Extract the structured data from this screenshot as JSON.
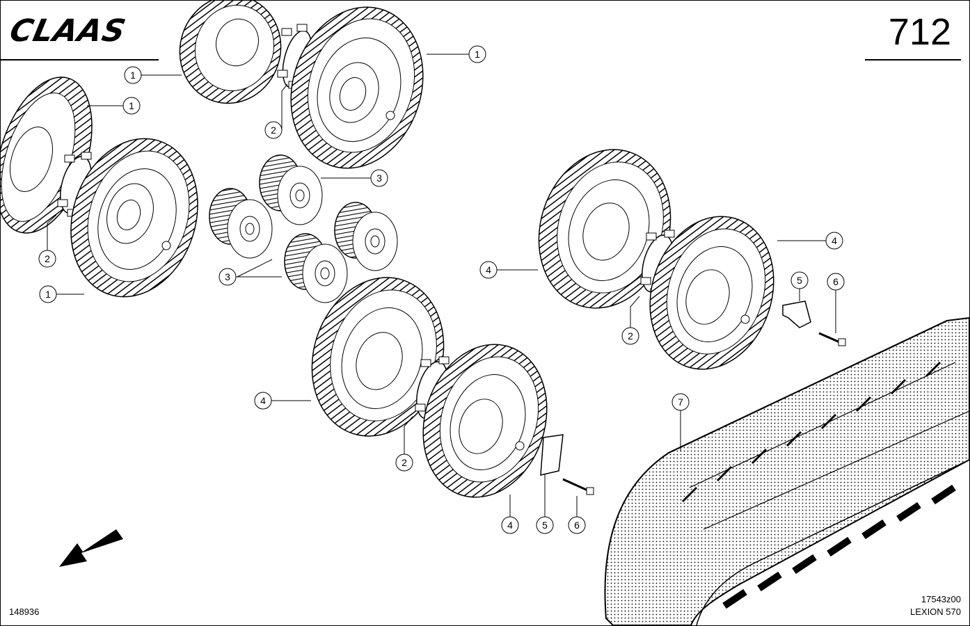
{
  "header": {
    "brand": "CLAAS",
    "page_number": "712"
  },
  "footer": {
    "figure_id": "148936",
    "drawing_ref": "17543z00",
    "model": "LEXION 570"
  },
  "callouts": [
    "1",
    "1",
    "1",
    "1",
    "2",
    "2",
    "2",
    "2",
    "3",
    "3",
    "4",
    "4",
    "4",
    "4",
    "5",
    "5",
    "6",
    "6",
    "7"
  ]
}
